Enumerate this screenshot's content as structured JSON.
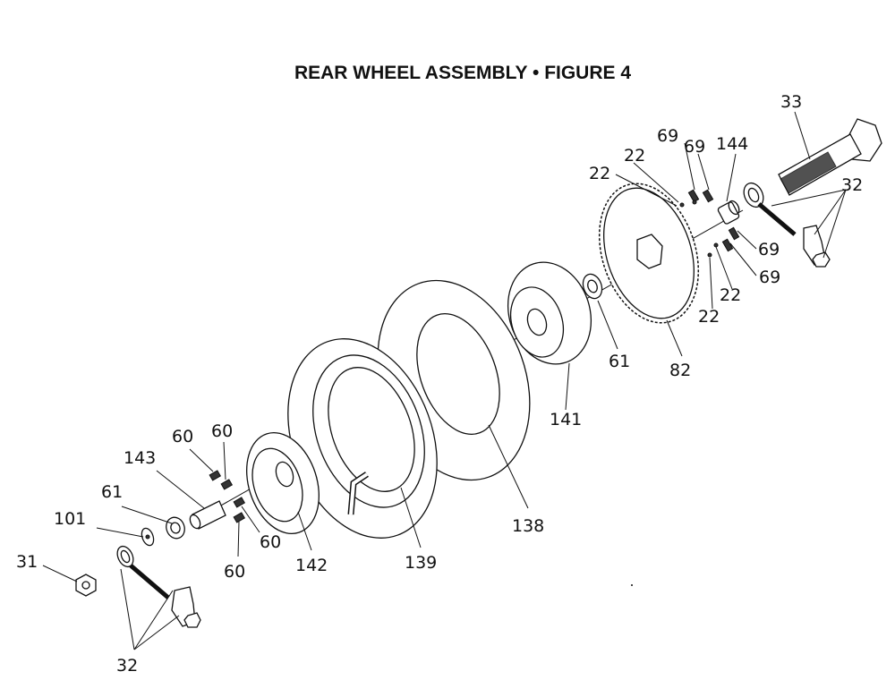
{
  "title": "REAR WHEEL ASSEMBLY  •  FIGURE 4",
  "callouts": [
    {
      "id": "c33",
      "text": "33"
    },
    {
      "id": "c69a",
      "text": "69"
    },
    {
      "id": "c69b",
      "text": "69"
    },
    {
      "id": "c144",
      "text": "144"
    },
    {
      "id": "c22a",
      "text": "22"
    },
    {
      "id": "c22b",
      "text": "22"
    },
    {
      "id": "c32a",
      "text": "32"
    },
    {
      "id": "c69c",
      "text": "69"
    },
    {
      "id": "c69d",
      "text": "69"
    },
    {
      "id": "c22c",
      "text": "22"
    },
    {
      "id": "c22d",
      "text": "22"
    },
    {
      "id": "c61a",
      "text": "61"
    },
    {
      "id": "c82",
      "text": "82"
    },
    {
      "id": "c141",
      "text": "141"
    },
    {
      "id": "c60a",
      "text": "60"
    },
    {
      "id": "c60b",
      "text": "60"
    },
    {
      "id": "c143",
      "text": "143"
    },
    {
      "id": "c61b",
      "text": "61"
    },
    {
      "id": "c101",
      "text": "101"
    },
    {
      "id": "c31",
      "text": "31"
    },
    {
      "id": "c60c",
      "text": "60"
    },
    {
      "id": "c60d",
      "text": "60"
    },
    {
      "id": "c142",
      "text": "142"
    },
    {
      "id": "c139",
      "text": "139"
    },
    {
      "id": "c138",
      "text": "138"
    },
    {
      "id": "c32b",
      "text": "32"
    }
  ]
}
